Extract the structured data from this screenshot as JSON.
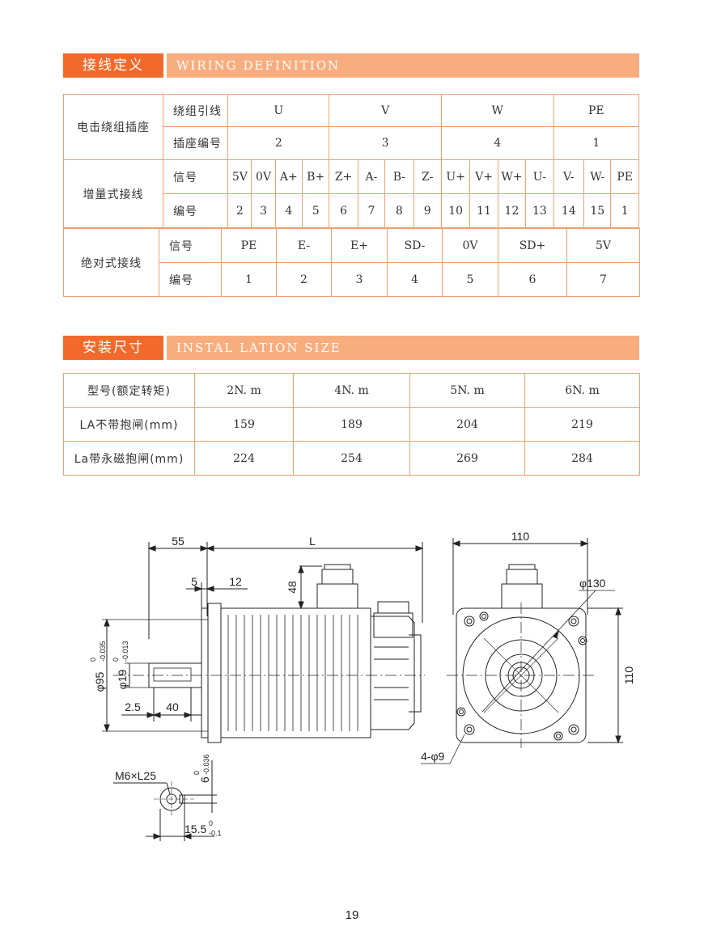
{
  "wiring": {
    "title_cn": "接线定义",
    "title_en": "WIRING DEFINITION",
    "motor_label": "电击绕组插座",
    "lead_label": "绕组引线",
    "socket_label": "插座编号",
    "leads": [
      "U",
      "V",
      "W",
      "PE"
    ],
    "socket_numbers": [
      "2",
      "3",
      "4",
      "1"
    ],
    "incremental_label": "增量式接线",
    "signal_label": "信号",
    "number_label": "编号",
    "inc_signals": [
      "5V",
      "0V",
      "A+",
      "B+",
      "Z+",
      "A-",
      "B-",
      "Z-",
      "U+",
      "V+",
      "W+",
      "U-",
      "V-",
      "W-",
      "PE"
    ],
    "inc_numbers": [
      "2",
      "3",
      "4",
      "5",
      "6",
      "7",
      "8",
      "9",
      "10",
      "11",
      "12",
      "13",
      "14",
      "15",
      "1"
    ],
    "absolute_label": "绝对式接线",
    "abs_signals": [
      "PE",
      "E-",
      "E+",
      "SD-",
      "0V",
      "SD+",
      "5V"
    ],
    "abs_numbers": [
      "1",
      "2",
      "3",
      "4",
      "5",
      "6",
      "7"
    ]
  },
  "install": {
    "title_cn": "安装尺寸",
    "title_en": "INSTAL LATION SIZE",
    "model_label": "型号(额定转矩)",
    "models": [
      "2N. m",
      "4N. m",
      "5N. m",
      "6N. m"
    ],
    "la_nobrake_label": "LA不带抱闸(mm)",
    "la_nobrake": [
      "159",
      "189",
      "204",
      "219"
    ],
    "la_brake_label": "La带永磁抱闸(mm)",
    "la_brake": [
      "224",
      "254",
      "269",
      "284"
    ]
  },
  "drawing": {
    "dim_55": "55",
    "dim_L": "L",
    "dim_5": "5",
    "dim_12": "12",
    "dim_48": "48",
    "dim_95": "φ95",
    "tol_95_top": "0",
    "tol_95_bot": "-0.035",
    "dim_19": "φ19",
    "tol_19_top": "0",
    "tol_19_bot": "-0.013",
    "dim_2_5": "2.5",
    "dim_40": "40",
    "key_m6": "M6×L25",
    "dim_6": "6",
    "tol_6_top": "0",
    "tol_6_bot": "-0.036",
    "dim_15_5": "15.5",
    "tol_15_top": "0",
    "tol_15_bot": "-0.1",
    "dim_110_top": "110",
    "dim_110_side": "110",
    "dim_130": "φ130",
    "dim_4phi9": "4-φ9"
  },
  "page_number": "19"
}
